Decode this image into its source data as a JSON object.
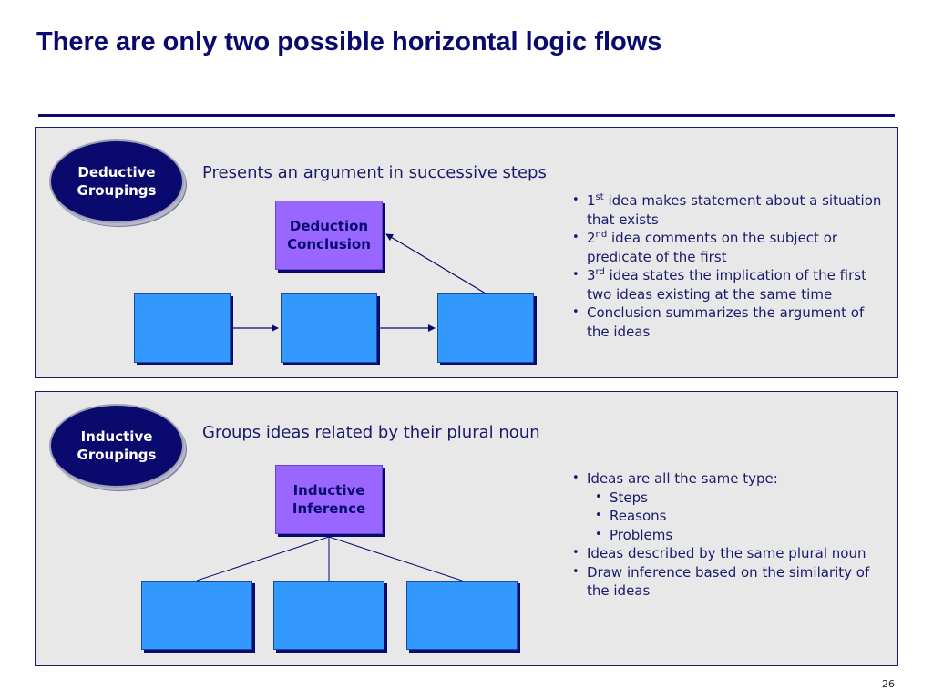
{
  "slide": {
    "title": "There are only two possible horizontal logic flows",
    "page_number": "26"
  },
  "deductive": {
    "oval_line1": "Deductive",
    "oval_line2": "Groupings",
    "heading": "Presents an argument in successive steps",
    "conclusion_line1": "Deduction",
    "conclusion_line2": "Conclusion",
    "bullets": [
      {
        "ordinal": "1",
        "suffix": "st",
        "text": " idea makes statement about a situation that exists"
      },
      {
        "ordinal": "2",
        "suffix": "nd",
        "text": " idea comments on the subject or predicate of the first"
      },
      {
        "ordinal": "3",
        "suffix": "rd",
        "text": " idea states the implication of the first two ideas existing at the same time"
      },
      {
        "text": "Conclusion summarizes the argument of the ideas"
      }
    ]
  },
  "inductive": {
    "oval_line1": "Inductive",
    "oval_line2": "Groupings",
    "heading": "Groups ideas related by their plural noun",
    "conclusion_line1": "Inductive",
    "conclusion_line2": "Inference",
    "bullets": [
      {
        "text": "Ideas are all the same type:"
      },
      {
        "text": "Steps",
        "level": 2
      },
      {
        "text": "Reasons",
        "level": 2
      },
      {
        "text": "Problems",
        "level": 2
      },
      {
        "text": "Ideas described by the same plural noun"
      },
      {
        "text": "Draw inference based on the similarity of the ideas"
      }
    ]
  },
  "colors": {
    "navy": "#0a0a6e",
    "panel": "#e8e8e8",
    "conclusion_box": "#9966ff",
    "idea_box": "#3399ff"
  }
}
